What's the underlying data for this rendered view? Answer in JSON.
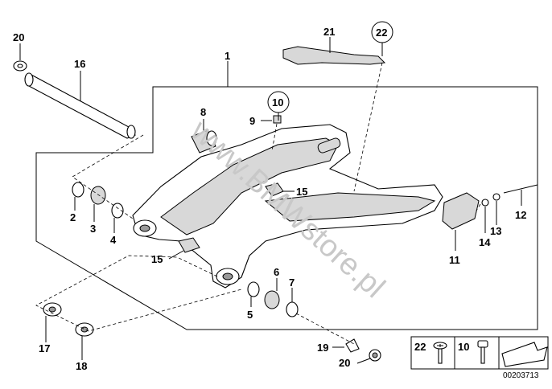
{
  "watermark": "www.BMWstore.pl",
  "diagram_code": "00203713",
  "callouts": [
    {
      "id": "c1",
      "text": "1"
    },
    {
      "id": "c2",
      "text": "2"
    },
    {
      "id": "c3",
      "text": "3"
    },
    {
      "id": "c4",
      "text": "4"
    },
    {
      "id": "c5",
      "text": "5"
    },
    {
      "id": "c6",
      "text": "6"
    },
    {
      "id": "c7",
      "text": "7"
    },
    {
      "id": "c8",
      "text": "8"
    },
    {
      "id": "c9",
      "text": "9"
    },
    {
      "id": "c10",
      "text": "10"
    },
    {
      "id": "c11",
      "text": "11"
    },
    {
      "id": "c12",
      "text": "12"
    },
    {
      "id": "c13",
      "text": "13"
    },
    {
      "id": "c14",
      "text": "14"
    },
    {
      "id": "c15a",
      "text": "15"
    },
    {
      "id": "c15b",
      "text": "15"
    },
    {
      "id": "c16",
      "text": "16"
    },
    {
      "id": "c17",
      "text": "17"
    },
    {
      "id": "c18",
      "text": "18"
    },
    {
      "id": "c19",
      "text": "19"
    },
    {
      "id": "c20a",
      "text": "20"
    },
    {
      "id": "c20b",
      "text": "20"
    },
    {
      "id": "c21",
      "text": "21"
    },
    {
      "id": "c22",
      "text": "22"
    }
  ],
  "legend": {
    "item_a": "22",
    "item_b": "10"
  }
}
